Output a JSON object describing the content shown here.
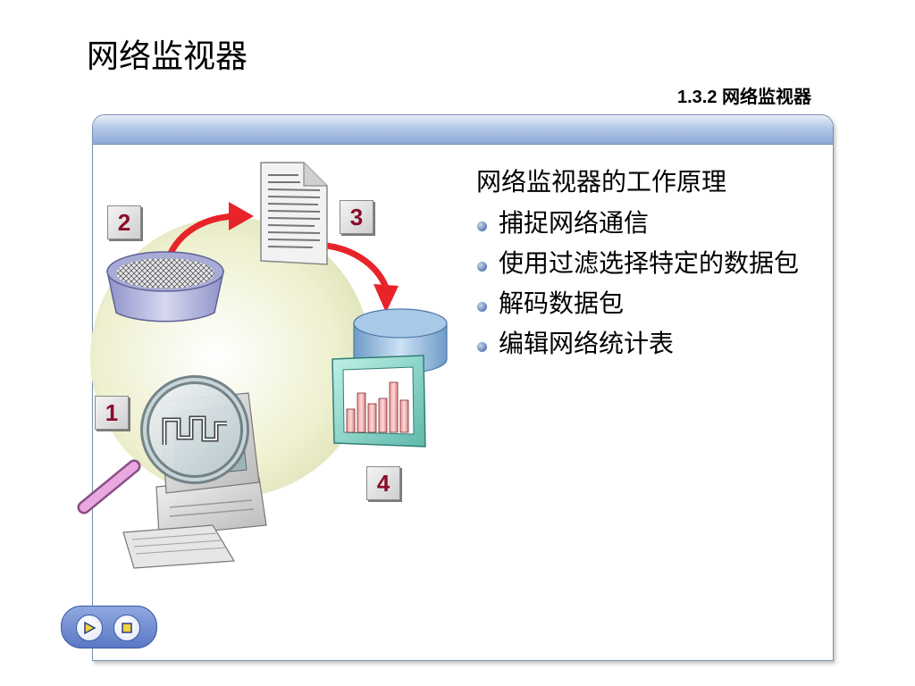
{
  "slide": {
    "title": "网络监视器",
    "section_label": "1.3.2  网络监视器"
  },
  "content": {
    "heading": "网络监视器的工作原理",
    "bullets": [
      "捕捉网络通信",
      "使用过滤选择特定的数据包",
      "解码数据包",
      "编辑网络统计表"
    ]
  },
  "diagram": {
    "steps": [
      "1",
      "2",
      "3",
      "4"
    ],
    "icons": [
      "computer-icon",
      "magnifier-icon",
      "sieve-icon",
      "document-icon",
      "database-icon",
      "bar-chart-icon",
      "red-arrow-icon"
    ]
  },
  "colors": {
    "badge_text": "#8b0d2a",
    "arrow": "#e8242a",
    "header_band": "#a9c0e4",
    "background_circle": "#eef0c8"
  },
  "nav": {
    "icons": [
      "play-icon",
      "stop-icon"
    ]
  }
}
